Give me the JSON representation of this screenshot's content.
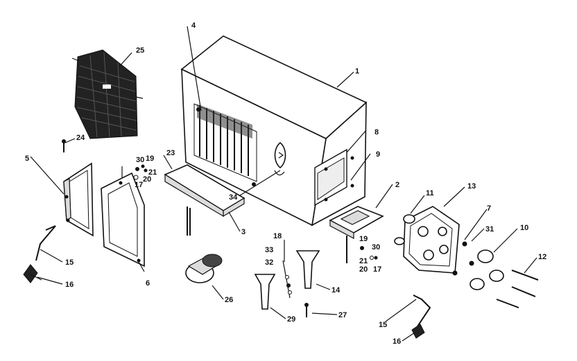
{
  "diagram": {
    "callouts": {
      "c1": "1",
      "c2": "2",
      "c3": "3",
      "c4": "4",
      "c5": "5",
      "c6": "6",
      "c7": "7",
      "c8": "8",
      "c9": "9",
      "c10": "10",
      "c11": "11",
      "c12": "12",
      "c13": "13",
      "c14": "14",
      "c15a": "15",
      "c15b": "15",
      "c16a": "16",
      "c16b": "16",
      "c17a": "17",
      "c17b": "17",
      "c18": "18",
      "c19a": "19",
      "c19b": "19",
      "c20a": "20",
      "c20b": "20",
      "c21a": "21",
      "c21b": "21",
      "c23": "23",
      "c24": "24",
      "c25": "25",
      "c26": "26",
      "c27": "27",
      "c29": "29",
      "c30a": "30",
      "c30b": "30",
      "c31": "31",
      "c32": "32",
      "c33": "33",
      "c34": "34"
    }
  }
}
